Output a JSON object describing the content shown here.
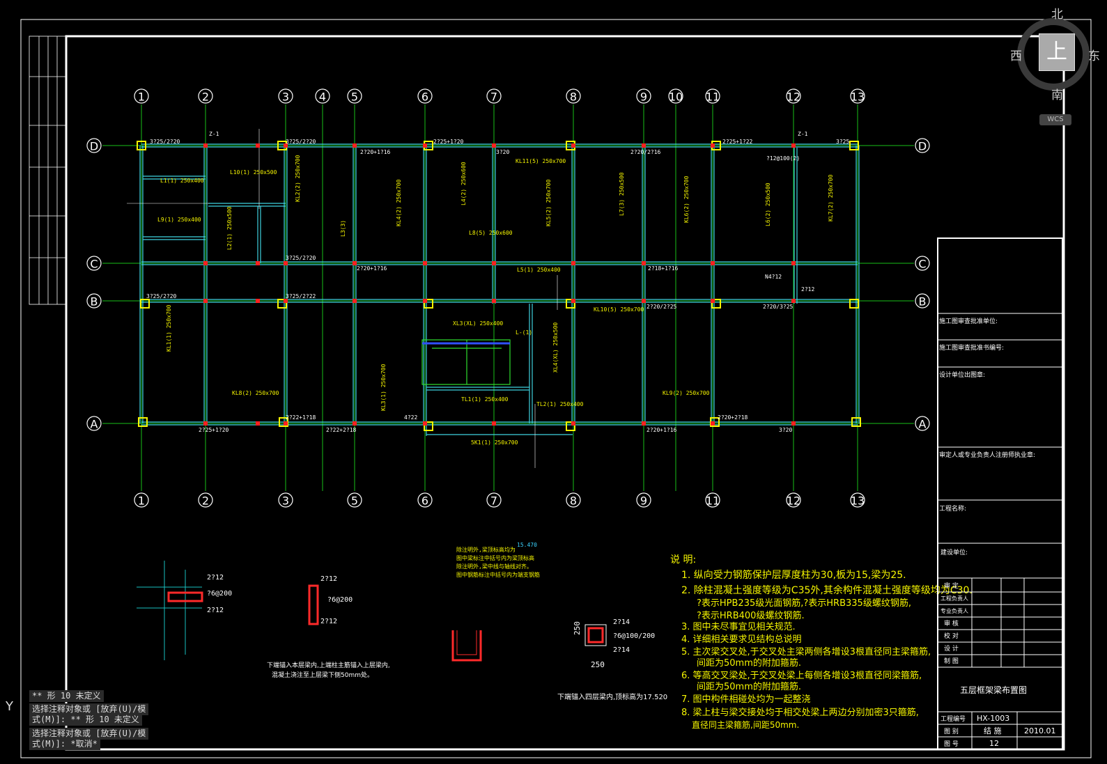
{
  "axes": {
    "top_numbers": [
      "1",
      "2",
      "3",
      "4",
      "5",
      "6",
      "7",
      "8",
      "9",
      "10",
      "11",
      "12",
      "13"
    ],
    "bottom_numbers": [
      "1",
      "2",
      "3",
      "5",
      "6",
      "7",
      "8",
      "9",
      "11",
      "12",
      "13"
    ],
    "letters": [
      "D",
      "C",
      "B",
      "A"
    ]
  },
  "compass": {
    "north": "北",
    "south": "南",
    "west": "西",
    "east": "东",
    "cube_label": "上",
    "wcs_label": "WCS"
  },
  "notes": {
    "header": "说 明:",
    "items": [
      "1. 纵向受力钢筋保护层厚度柱为30,板为15,梁为25.",
      "2. 除柱混凝土强度等级为C35外,其余构件混凝土强度等级均为C30.",
      "?表示HPB235级光面钢筋,?表示HRB335级螺纹钢筋,",
      "?表示HRB400级螺纹钢筋.",
      "3. 图中未尽事宜见相关规范.",
      "4. 详细相关要求见结构总说明",
      "5. 主次梁交叉处,于交叉处主梁两侧各增设3根直径同主梁箍筋,",
      "间距为50mm的附加箍筋.",
      "6. 等高交叉梁处,于交叉处梁上每侧各增设3根直径同梁箍筋,",
      "间距为50mm的附加箍筋.",
      "7. 图中构件相碰处均为一起整浇",
      "8. 梁上柱与梁交接处均于相交处梁上两边分别加密3只箍筋,",
      "直径同主梁箍筋,间距50mm."
    ]
  },
  "details": {
    "detail1": {
      "top": "2?12",
      "mid": "?6@200",
      "bot": "2?12"
    },
    "detail2": {
      "top": "2?12",
      "mid": "?6@200",
      "bot": "2?12"
    },
    "detail2_note1": "下端锚入本层梁内,上端柱主筋锚入上层梁内,",
    "detail2_note2": "混凝土浇注至上层梁下侧50mm处。",
    "detail3_note1": "除注明外,梁顶标高均为",
    "detail3_elev": "15.470",
    "detail3_note2": "图中梁标注中括号内为梁顶标高",
    "detail3_note3": "除注明外,梁中线与轴线对齐。",
    "detail3_note4": "图中钢筋标注中括号内为端支钢筋",
    "detail4": {
      "top": "2?14",
      "mid": "?6@100/200",
      "bot": "2?14",
      "w": "250",
      "h": "250"
    },
    "detail4_note": "下端锚入四层梁内,顶标高为17.520"
  },
  "title_block": {
    "review_unit": "施工图审查批准单位:",
    "review_no": "施工图审查批准书编号:",
    "design_stamp": "设计单位出图章:",
    "reviewer_reg": "审定人或专业负责人注册师执业章:",
    "project_name": "工程名称:",
    "client": "建设单位:",
    "roles": [
      "审 定",
      "工程负责人",
      "专业负责人",
      "审 核",
      "校 对",
      "设 计",
      "制 图"
    ],
    "drawing_title": "五层框架梁布置图",
    "project_no_label": "工程编号",
    "project_no": "HX-1003",
    "category_label": "图 别",
    "category": "结 施",
    "date": "2010.01",
    "sheet_label": "图 号",
    "sheet": "12"
  },
  "command": {
    "line1": "** 形 10 未定义",
    "line2": "选择注释对象或 [放弃(U)/模",
    "line3": "式(M)]: ** 形 10 未定义",
    "line4": "选择注释对象或 [放弃(U)/模",
    "line5": "式(M)]: *取消*"
  },
  "ucs_y": "Y",
  "beam_labels": {
    "yellow": [
      "L1(1) 250x400",
      "L10(1) 250x500",
      "L9(1) 250x400",
      "L2(1) 250x500",
      "KL2(2) 250x700",
      "KL1(1) 250x700",
      "L3(3)",
      "KL4(2) 250x700",
      "L4(2) 250x600",
      "KL11(5) 250x700",
      "L8(5) 250x600",
      "KL5(2) 250x700",
      "L7(3) 250x500",
      "KL6(2) 250x700",
      "L6(2) 250x500",
      "KL7(2) 250x700",
      "L5(1) 250x400",
      "XL3(XL) 250x400",
      "KL10(5) 250x700",
      "KL8(2) 250x700",
      "KL3(1) 250x700",
      "TL1(1) 250x400",
      "TL2(1) 250x400",
      "5K1(1) 250x700",
      "KL9(2) 250x700",
      "L-(1)",
      "XL4(XL) 250x500"
    ],
    "white": [
      "3?25/2?20",
      "3?25/2?20",
      "2?25+1?20",
      "2?20+1?16",
      "3?20",
      "2?20/2?16",
      "2?25+1?22",
      "3?25",
      "3?25/2?20",
      "2?18+1?16",
      "2?20+1?16",
      "3?25/2?22",
      "3?25/2?20",
      "2?20/2?25",
      "2?12",
      "2?20/3?25",
      "2?22+1?18",
      "2?25+1?20",
      "2?22+2?18",
      "4?22",
      "2?20+2?18",
      "3?20",
      "2?20+1?16",
      "Z-1",
      "Z-1",
      "N4?12",
      "?12@100(2)"
    ]
  }
}
